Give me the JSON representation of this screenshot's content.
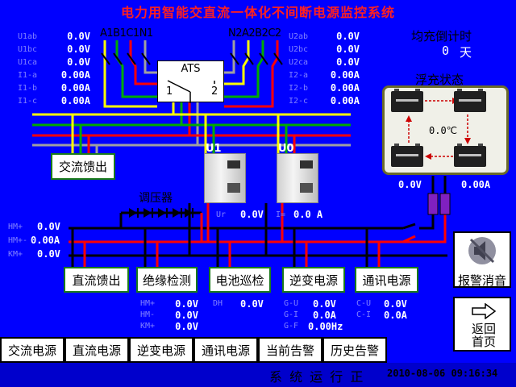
{
  "title": "电力用智能交直流一体化不间断电源监控系统",
  "ac_left": {
    "rows": [
      {
        "label": "U1ab",
        "value": "0.0V"
      },
      {
        "label": "U1bc",
        "value": "0.0V"
      },
      {
        "label": "U1ca",
        "value": "0.0V"
      },
      {
        "label": "I1-a",
        "value": "0.00A"
      },
      {
        "label": "I1-b",
        "value": "0.00A"
      },
      {
        "label": "I1-c",
        "value": "0.00A"
      }
    ]
  },
  "ac_right": {
    "rows": [
      {
        "label": "U2ab",
        "value": "0.0V"
      },
      {
        "label": "U2bc",
        "value": "0.0V"
      },
      {
        "label": "U2ca",
        "value": "0.0V"
      },
      {
        "label": "I2-a",
        "value": "0.00A"
      },
      {
        "label": "I2-b",
        "value": "0.00A"
      },
      {
        "label": "I2-c",
        "value": "0.00A"
      }
    ]
  },
  "phase_left": "A1B1C1N1",
  "phase_right": "N2A2B2C2",
  "ats": {
    "label": "ATS",
    "pos1": "1",
    "pos2": "2"
  },
  "equalize": {
    "label": "均充倒计时",
    "value": "0",
    "unit": "天"
  },
  "float": {
    "label": "浮充状态",
    "temp": "0.0℃"
  },
  "battery": {
    "voltage": "0.0V",
    "current": "0.00A"
  },
  "rectifiers": {
    "u1": "U1",
    "u0": "U0",
    "ur_label": "Ur",
    "ur_value": "0.0V",
    "i_label": "I=",
    "i_value": "0.0 A"
  },
  "regulator": "调压器",
  "bus": [
    {
      "label": "HM+",
      "value": "0.0V"
    },
    {
      "label": "HM+-",
      "value": "0.00A"
    },
    {
      "label": "KM+",
      "value": "0.0V"
    }
  ],
  "ac_feeder": "交流馈出",
  "modules": [
    "直流馈出",
    "绝缘检测",
    "电池巡检",
    "逆变电源",
    "通讯电源"
  ],
  "alarm": "报警消音",
  "back": "返回首页",
  "insulation": [
    {
      "label": "HM+",
      "value": "0.0V"
    },
    {
      "label": "HM-",
      "value": "0.0V"
    },
    {
      "label": "KM+",
      "value": "0.0V"
    }
  ],
  "battery_check": {
    "label": "DH",
    "value": "0.0V"
  },
  "inverter": [
    {
      "label": "G-U",
      "value": "0.0V"
    },
    {
      "label": "G-I",
      "value": "0.0A"
    },
    {
      "label": "G-F",
      "value": "0.00Hz"
    }
  ],
  "comm": [
    {
      "label": "C-U",
      "value": "0.0V"
    },
    {
      "label": "C-I",
      "value": "0.0A"
    }
  ],
  "tabs": [
    "交流电源",
    "直流电源",
    "逆变电源",
    "通讯电源",
    "当前告警",
    "历史告警"
  ],
  "status": {
    "text": "系 统 运 行 正",
    "datetime": "2010-08-06 09:16:34"
  },
  "colors": {
    "background": "#0000ff",
    "title": "#ff2020",
    "label": "#8080ff",
    "green": "#00a000",
    "yellow": "#ffff00",
    "red": "#ff0000",
    "panel": "#f0f0e8"
  }
}
